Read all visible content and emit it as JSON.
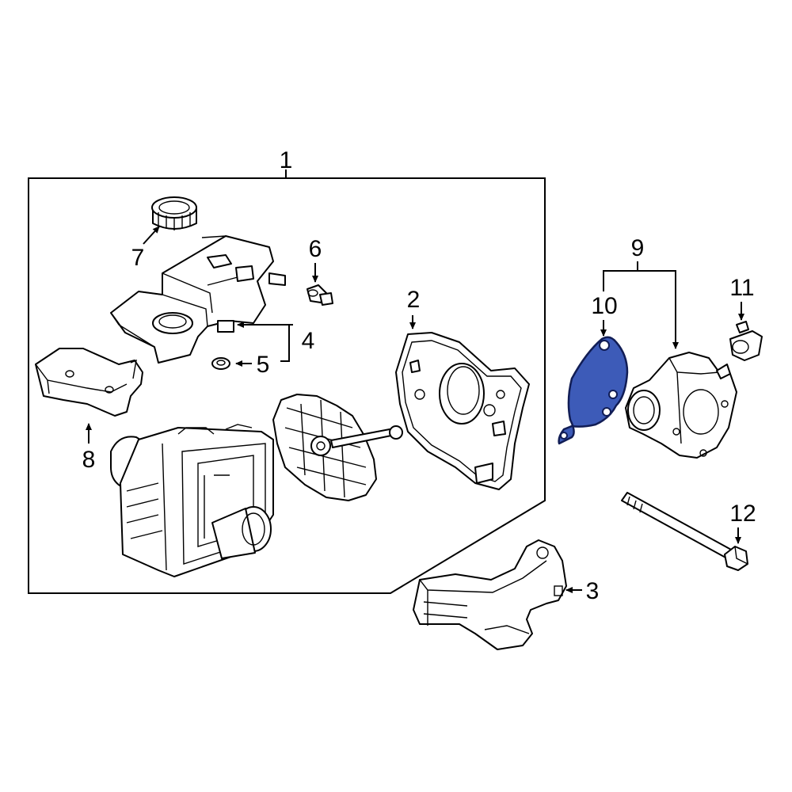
{
  "callouts": [
    {
      "id": "1",
      "text": "1"
    },
    {
      "id": "2",
      "text": "2"
    },
    {
      "id": "3",
      "text": "3"
    },
    {
      "id": "4",
      "text": "4"
    },
    {
      "id": "5",
      "text": "5"
    },
    {
      "id": "6",
      "text": "6"
    },
    {
      "id": "7",
      "text": "7"
    },
    {
      "id": "8",
      "text": "8"
    },
    {
      "id": "9",
      "text": "9"
    },
    {
      "id": "10",
      "text": "10"
    },
    {
      "id": "11",
      "text": "11"
    },
    {
      "id": "12",
      "text": "12"
    }
  ],
  "colors": {
    "highlight_fill": "#3d5bb8",
    "highlight_stroke": "#111d55",
    "line": "#000000",
    "background": "#ffffff"
  }
}
